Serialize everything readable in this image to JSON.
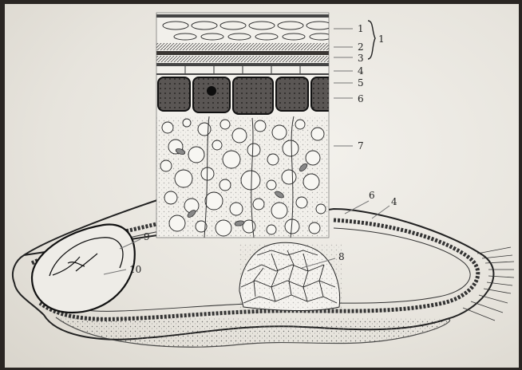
{
  "labels": {
    "l1": "1",
    "l2": "2",
    "l3": "3",
    "l4": "4",
    "l5": "5",
    "l6": "6",
    "l7": "7",
    "brace": "1",
    "lower6": "6",
    "lower4": "4",
    "l8": "8",
    "l9": "9",
    "l10": "10"
  }
}
